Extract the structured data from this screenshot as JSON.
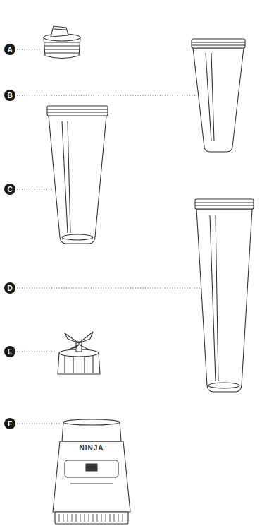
{
  "diagram": {
    "labels": [
      "A",
      "B",
      "C",
      "D",
      "E",
      "F",
      "NINJA"
    ]
  }
}
